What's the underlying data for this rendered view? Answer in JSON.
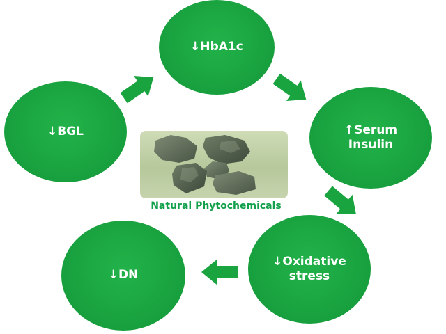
{
  "nodes": {
    "hba1c": "↓HbA1c",
    "bgl": "↓BGL",
    "insulin": "↑Serum\nInsulin",
    "oxidative": "↓Oxidative\nstress",
    "dn": "↓DN"
  },
  "center": {
    "caption": "Natural Phytochemicals"
  },
  "colors": {
    "node_fill": "#1aa440",
    "arrow_fill": "#1aa440",
    "caption_text": "#13a04a",
    "node_text": "#ffffff"
  }
}
